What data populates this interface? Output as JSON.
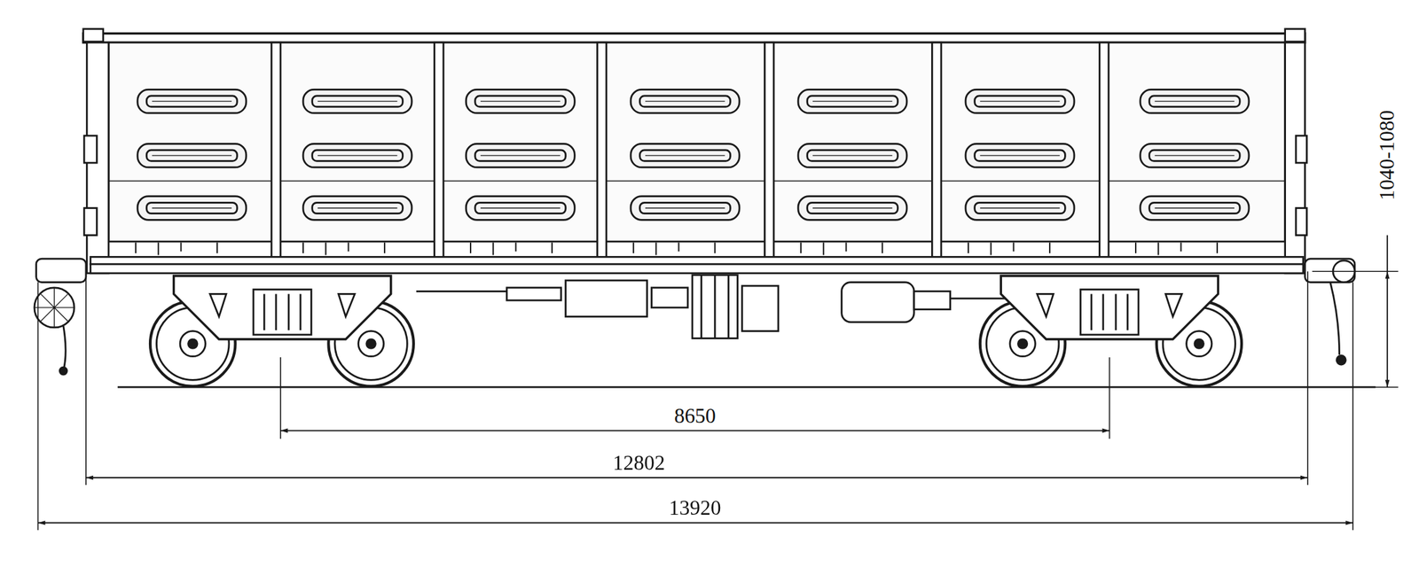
{
  "diagram": {
    "labels": [
      "8650",
      "12802",
      "13920",
      "1040-1080"
    ]
  }
}
